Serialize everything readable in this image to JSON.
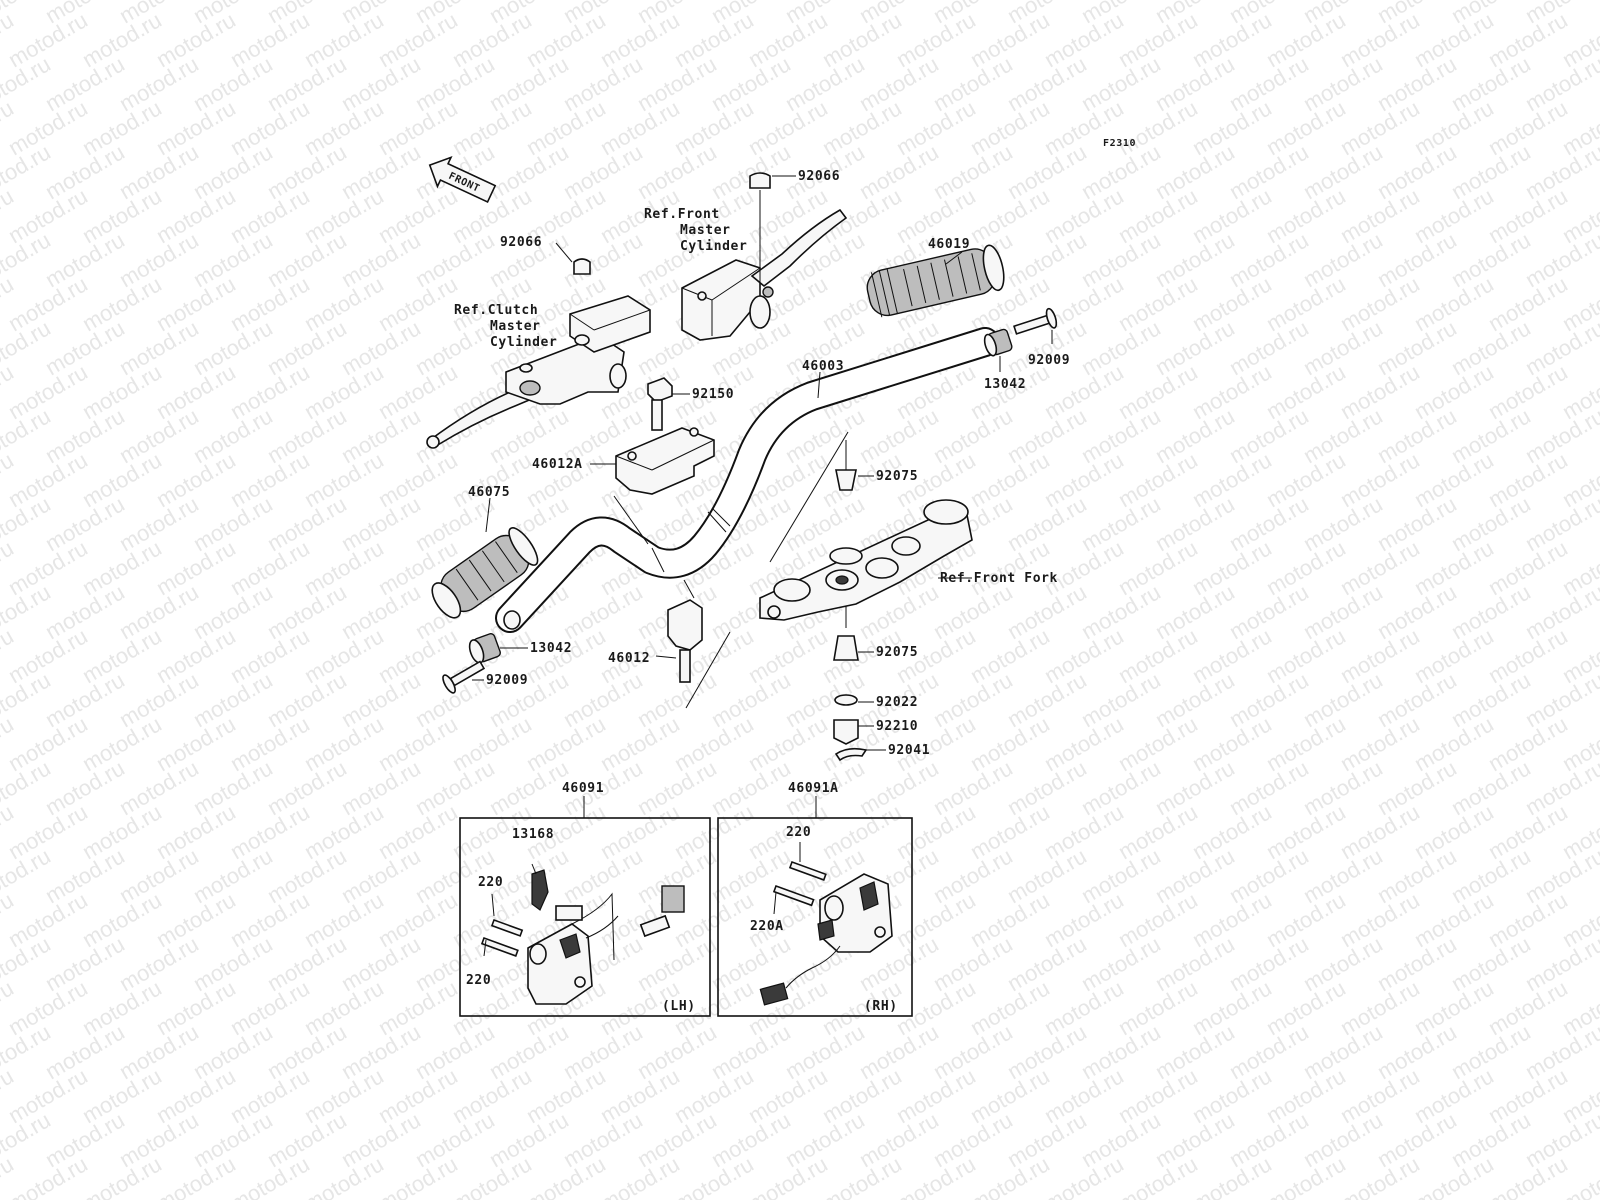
{
  "watermark": "motod.ru",
  "figure_code": "F2310",
  "front_arrow": "FRONT",
  "labels": {
    "p92066_top": "92066",
    "p92066_left": "92066",
    "ref_front_master": [
      "Ref.Front",
      "Master",
      "Cylinder"
    ],
    "ref_clutch_master": [
      "Ref.Clutch",
      "Master",
      "Cylinder"
    ],
    "p46019": "46019",
    "p92009_right": "92009",
    "p13042_right": "13042",
    "p46003": "46003",
    "p92150": "92150",
    "p46012A": "46012A",
    "p92075_top": "92075",
    "p46075": "46075",
    "ref_front_fork": "Ref.Front Fork",
    "p13042_left": "13042",
    "p46012": "46012",
    "p92075_bottom": "92075",
    "p92009_left": "92009",
    "p92022": "92022",
    "p92210": "92210",
    "p92041": "92041",
    "p46091": "46091",
    "p46091A": "46091A",
    "lh": {
      "p13168": "13168",
      "p220_a": "220",
      "p220_b": "220",
      "side": "(LH)"
    },
    "rh": {
      "p220": "220",
      "p220A": "220A",
      "side": "(RH)"
    }
  }
}
